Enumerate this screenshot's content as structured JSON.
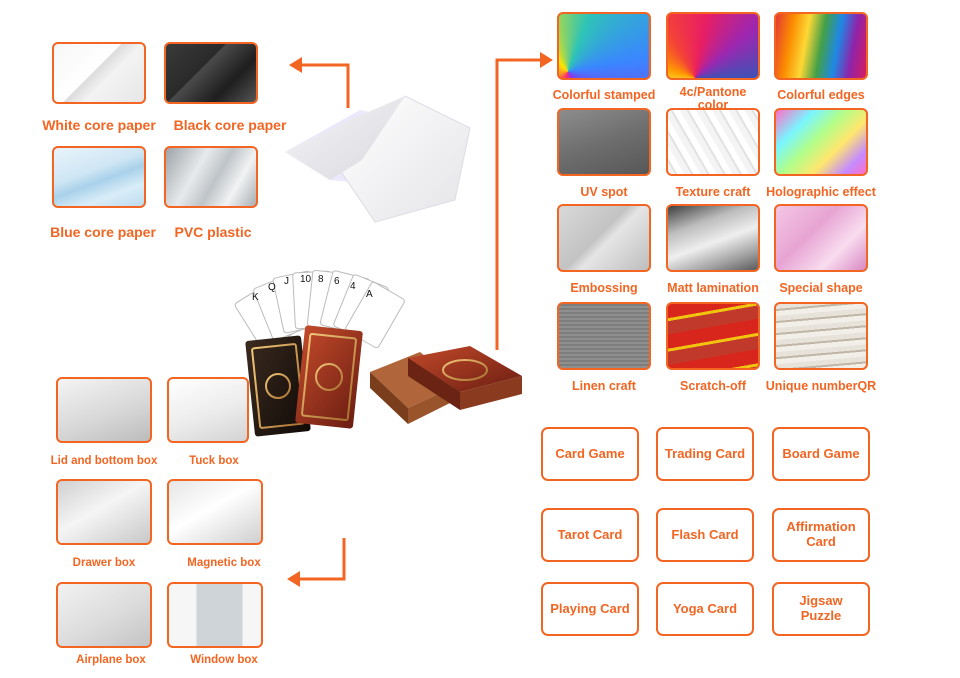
{
  "materials": [
    {
      "label": "White core paper"
    },
    {
      "label": "Black core paper"
    },
    {
      "label": "Blue core paper"
    },
    {
      "label": "PVC plastic"
    }
  ],
  "finishes": [
    {
      "label": "Colorful stamped"
    },
    {
      "label": "4c/Pantone color"
    },
    {
      "label": "Colorful edges"
    },
    {
      "label": "UV spot"
    },
    {
      "label": "Texture craft"
    },
    {
      "label": "Holographic effect"
    },
    {
      "label": "Embossing"
    },
    {
      "label": "Matt lamination"
    },
    {
      "label": "Special shape"
    },
    {
      "label": "Linen craft"
    },
    {
      "label": "Scratch-off"
    },
    {
      "label": "Unique numberQR"
    }
  ],
  "boxes": [
    {
      "label": "Lid and bottom box"
    },
    {
      "label": "Tuck box"
    },
    {
      "label": "Drawer box"
    },
    {
      "label": "Magnetic box"
    },
    {
      "label": "Airplane box"
    },
    {
      "label": "Window box"
    }
  ],
  "applications": [
    {
      "label": "Card Game"
    },
    {
      "label": "Trading Card"
    },
    {
      "label": "Board Game"
    },
    {
      "label": "Tarot Card"
    },
    {
      "label": "Flash Card"
    },
    {
      "label": "Affirmation Card"
    },
    {
      "label": "Playing Card"
    },
    {
      "label": "Yoga Card"
    },
    {
      "label": "Jigsaw Puzzle"
    }
  ],
  "theme": {
    "accent": "#f26522"
  }
}
